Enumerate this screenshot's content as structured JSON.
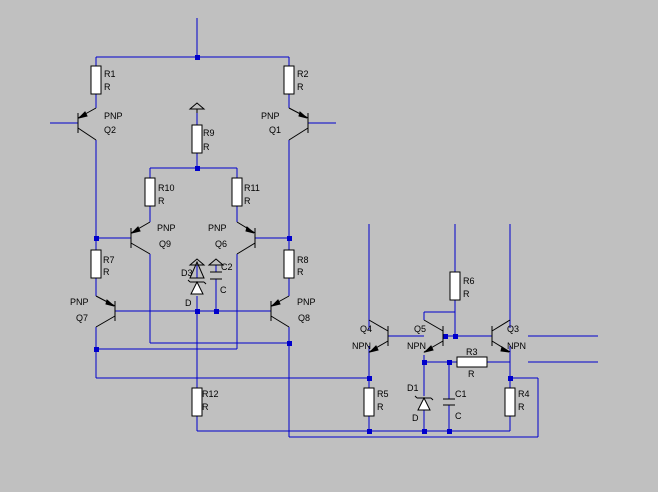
{
  "components": {
    "R1": {
      "name": "R1",
      "value": "R"
    },
    "R2": {
      "name": "R2",
      "value": "R"
    },
    "R3": {
      "name": "R3",
      "value": "R"
    },
    "R4": {
      "name": "R4",
      "value": "R"
    },
    "R5": {
      "name": "R5",
      "value": "R"
    },
    "R6": {
      "name": "R6",
      "value": "R"
    },
    "R7": {
      "name": "R7",
      "value": "R"
    },
    "R8": {
      "name": "R8",
      "value": "R"
    },
    "R9": {
      "name": "R9",
      "value": "R"
    },
    "R10": {
      "name": "R10",
      "value": "R"
    },
    "R11": {
      "name": "R11",
      "value": "R"
    },
    "R12": {
      "name": "R12",
      "value": "R"
    },
    "Q1": {
      "name": "Q1",
      "type": "PNP"
    },
    "Q2": {
      "name": "Q2",
      "type": "PNP"
    },
    "Q3": {
      "name": "Q3",
      "type": "NPN"
    },
    "Q4": {
      "name": "Q4",
      "type": "NPN"
    },
    "Q5": {
      "name": "Q5",
      "type": "NPN"
    },
    "Q6": {
      "name": "Q6",
      "type": "PNP"
    },
    "Q7": {
      "name": "Q7",
      "type": "PNP"
    },
    "Q8": {
      "name": "Q8",
      "type": "PNP"
    },
    "Q9": {
      "name": "Q9",
      "type": "PNP"
    },
    "C1": {
      "name": "C1",
      "value": "C"
    },
    "C2": {
      "name": "C2",
      "value": "C"
    },
    "D1": {
      "name": "D1",
      "value": "D"
    },
    "D3": {
      "name": "D3",
      "value": "D"
    }
  },
  "colors": {
    "background": "#c0c0c0",
    "wire": "#0000cc",
    "component": "#000000"
  }
}
